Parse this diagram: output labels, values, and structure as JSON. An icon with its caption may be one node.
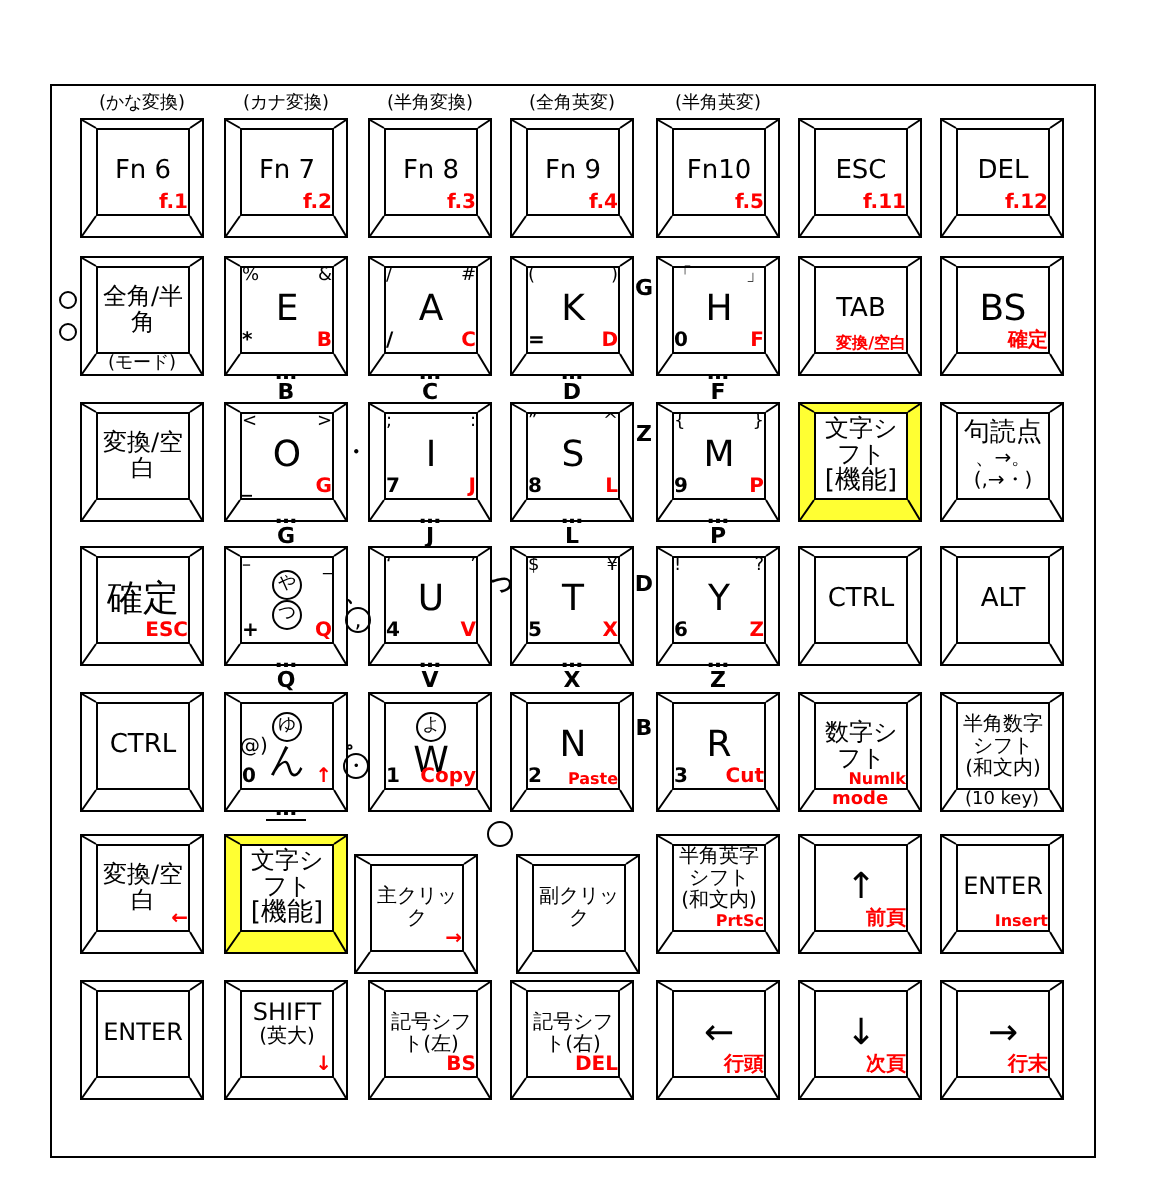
{
  "diagram": {
    "nodes": [
      {
        "text": [
          "Fn 6",
          "f.1"
        ],
        "beside": [
          "(かな変換)"
        ]
      },
      {
        "text": [
          "Fn 7",
          "f.2"
        ],
        "beside": [
          "(カナ変換)"
        ]
      },
      {
        "text": [
          "Fn 8",
          "f.3"
        ],
        "beside": [
          "(半角変換)"
        ]
      },
      {
        "text": [
          "Fn 9",
          "f.4"
        ],
        "beside": [
          "(全角英変)"
        ]
      },
      {
        "text": [
          "Fn10",
          "f.5"
        ],
        "beside": [
          "(半角英変)"
        ]
      },
      {
        "text": [
          "ESC",
          "f.11"
        ]
      },
      {
        "text": [
          "DEL",
          "f.12"
        ]
      },
      {
        "text": [
          "全角/半角",
          "(モード)"
        ]
      },
      {
        "text": [
          "%",
          "&",
          "E",
          "*",
          "B"
        ]
      },
      {
        "text": [
          "/",
          "#",
          "A",
          "/",
          "C"
        ]
      },
      {
        "text": [
          "(",
          ")",
          "K",
          "=",
          "D"
        ]
      },
      {
        "text": [
          "「",
          "」",
          "H",
          "0",
          "F"
        ]
      },
      {
        "text": [
          "TAB",
          "変換/空白"
        ]
      },
      {
        "text": [
          "BS",
          "確定"
        ]
      },
      {
        "text": [
          "変換/空白"
        ]
      },
      {
        "text": [
          "<",
          ">",
          "O",
          "_",
          "G"
        ]
      },
      {
        "text": [
          ";",
          ":",
          "I",
          "7",
          "J"
        ]
      },
      {
        "text": [
          "”",
          "^",
          "S",
          "8",
          "L"
        ]
      },
      {
        "text": [
          "{",
          "}",
          "M",
          "9",
          "P"
        ]
      },
      {
        "text": [
          "文字シフト",
          "[機能]"
        ]
      },
      {
        "text": [
          "句読点",
          "、→。",
          "(,→・)"
        ]
      },
      {
        "text": [
          "確定",
          "ESC"
        ]
      },
      {
        "text": [
          "–",
          "_",
          "や",
          "つ",
          "+",
          "Q"
        ]
      },
      {
        "text": [
          "‘",
          "’",
          "U",
          "4",
          "V"
        ]
      },
      {
        "text": [
          "$",
          "¥",
          "T",
          "5",
          "X"
        ]
      },
      {
        "text": [
          "!",
          "?",
          "Y",
          "6",
          "Z"
        ]
      },
      {
        "text": [
          "CTRL"
        ]
      },
      {
        "text": [
          "ALT"
        ]
      },
      {
        "text": [
          "CTRL"
        ]
      },
      {
        "text": [
          "ゆ",
          "@)",
          "ん",
          "0",
          "↑"
        ]
      },
      {
        "text": [
          "よ",
          "W",
          "1",
          "Copy"
        ]
      },
      {
        "text": [
          "N",
          "2",
          "Paste"
        ]
      },
      {
        "text": [
          "R",
          "3",
          "Cut"
        ]
      },
      {
        "text": [
          "数字シフト",
          "Numlk",
          "mode"
        ]
      },
      {
        "text": [
          "半角数字シフト",
          "(和文内)",
          "(10 key)"
        ]
      },
      {
        "text": [
          "変換/空白",
          "←"
        ]
      },
      {
        "text": [
          "文字シフト",
          "[機能]"
        ]
      },
      {
        "text": [
          "主クリック",
          "→"
        ]
      },
      {
        "text": [
          "副クリック"
        ]
      },
      {
        "text": [
          "半角英字シフト",
          "(和文内)",
          "PrtSc"
        ]
      },
      {
        "text": [
          "↑",
          "前頁"
        ]
      },
      {
        "text": [
          "ENTER",
          "Insert"
        ]
      },
      {
        "text": [
          "ENTER"
        ]
      },
      {
        "text": [
          "SHIFT",
          "(英大)",
          "↓"
        ]
      },
      {
        "text": [
          "記号シフト(左)",
          "BS"
        ]
      },
      {
        "text": [
          "記号シフト(右)",
          "DEL"
        ]
      },
      {
        "text": [
          "←",
          "行頭"
        ]
      },
      {
        "text": [
          "↓",
          "次頁"
        ]
      },
      {
        "text": [
          "→",
          "行末"
        ]
      }
    ],
    "labels": [
      "G",
      "…",
      "…",
      "…",
      "…",
      "B",
      "C",
      "D",
      "F",
      "Z",
      "・",
      "…",
      "…",
      "…",
      "…",
      "G",
      "J",
      "L",
      "P",
      "、",
      "つ",
      "D",
      ",",
      "…",
      "…",
      "…",
      "…",
      "Q",
      "V",
      "X",
      "Z",
      "。",
      "B",
      "・",
      "…"
    ]
  }
}
